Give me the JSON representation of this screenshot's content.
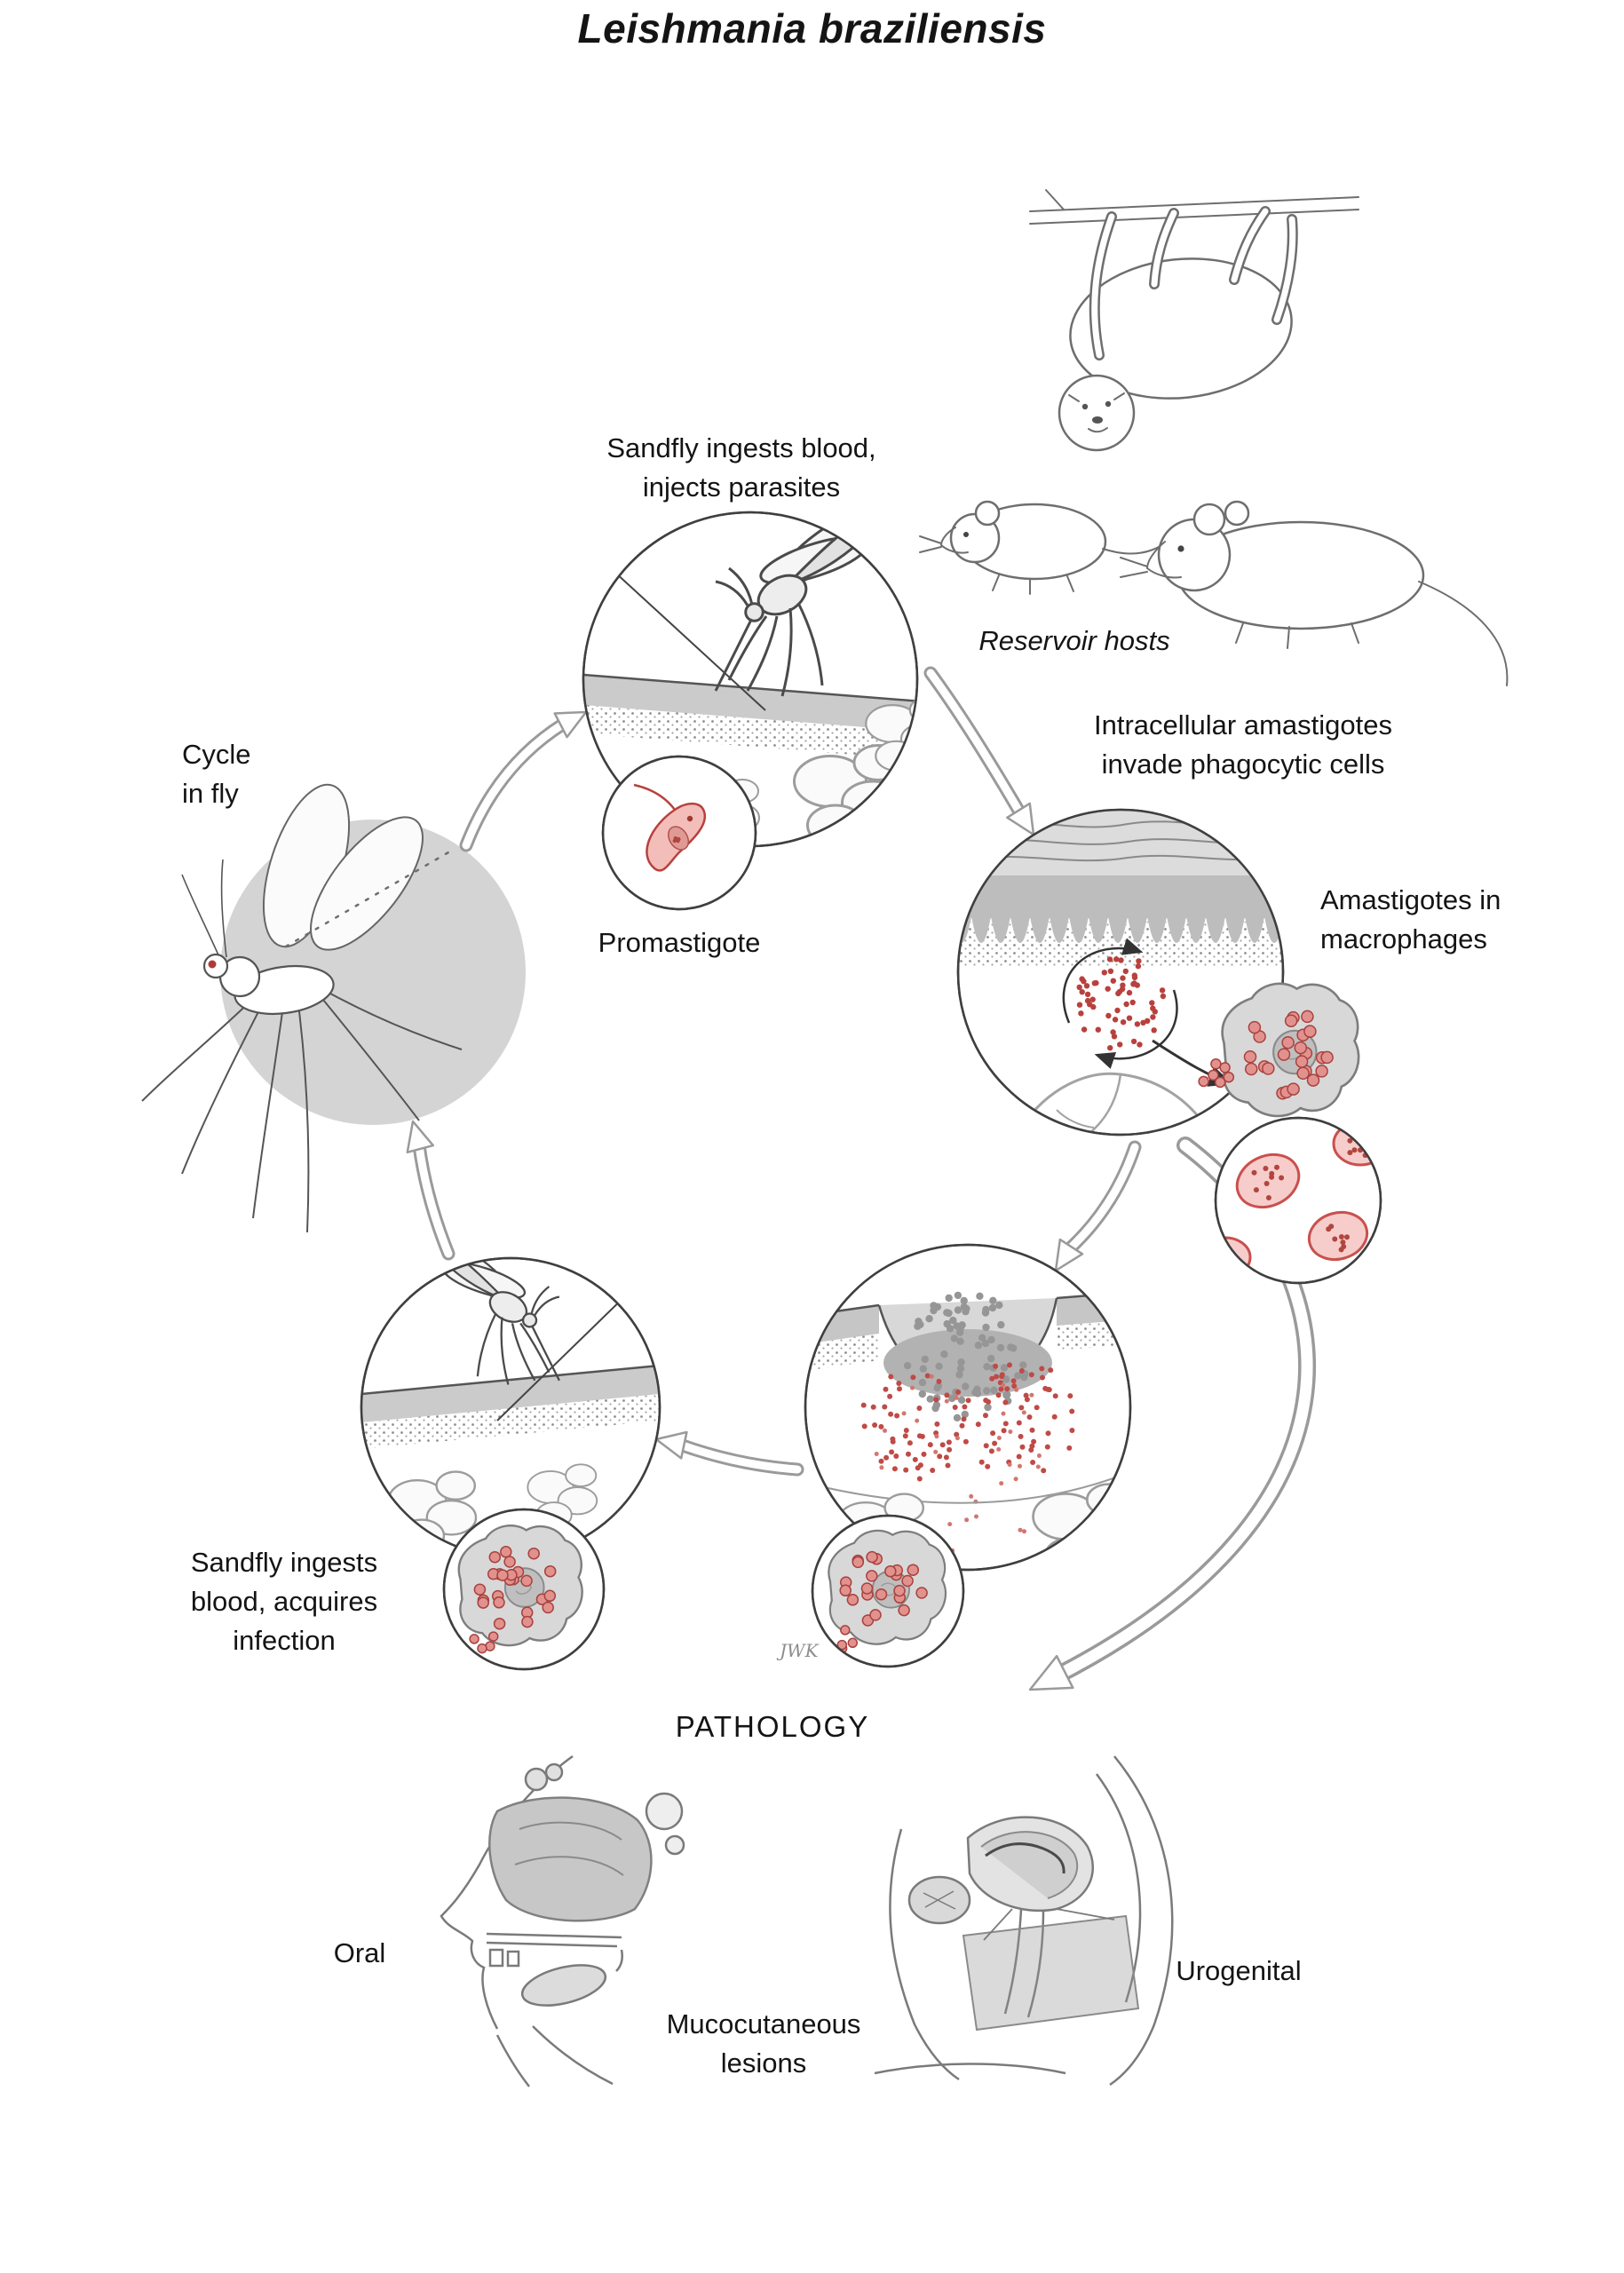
{
  "title": "Leishmania braziliensis",
  "cycle": {
    "sandfly_injects": "Sandfly ingests blood,\ninjects parasites",
    "promastigote": "Promastigote",
    "reservoir_hosts": "Reservoir hosts",
    "intracellular": "Intracellular amastigotes\ninvade phagocytic cells",
    "amastigotes_macrophages": "Amastigotes in\nmacrophages",
    "cycle_in_fly": "Cycle\nin fly",
    "sandfly_acquires": "Sandfly ingests\nblood, acquires\ninfection"
  },
  "pathology": {
    "heading": "PATHOLOGY",
    "oral": "Oral",
    "mucocutaneous": "Mucocutaneous\nlesions",
    "urogenital": "Urogenital"
  },
  "signature": "JWK",
  "colors": {
    "parasite_red": "#b8413d",
    "parasite_fill": "#f3beba",
    "ink": "#3f3f3f",
    "illustration_gray": "#d4d4d4",
    "arrow_outline": "#9a9a9a"
  }
}
